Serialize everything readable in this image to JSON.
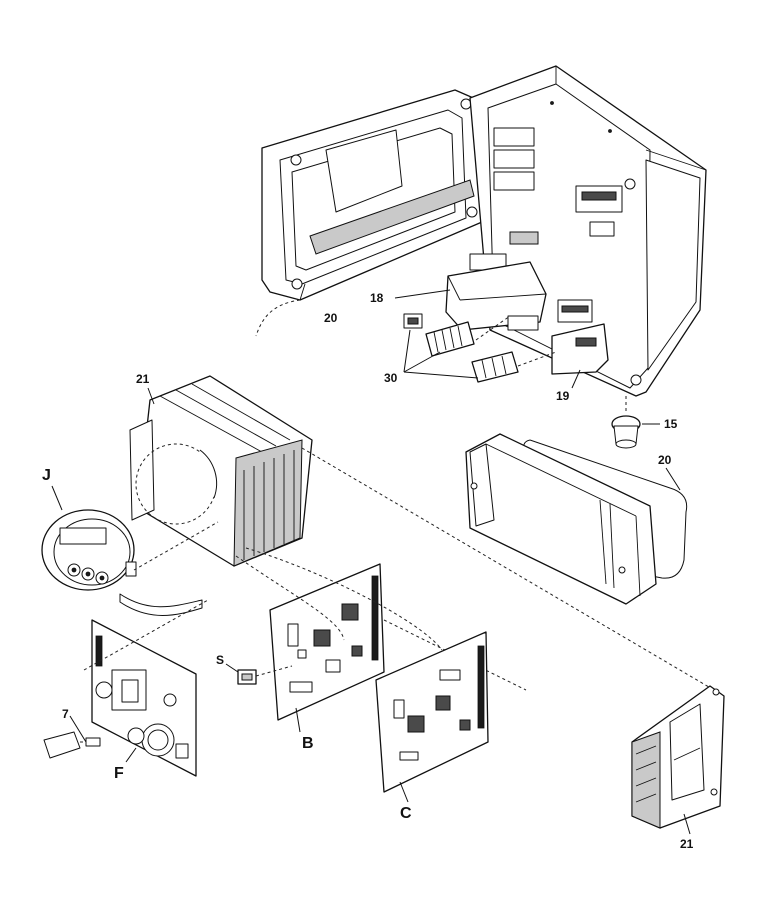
{
  "diagram": {
    "labels": {
      "l20_top": "20",
      "l18": "18",
      "l30": "30",
      "l19": "19",
      "l15": "15",
      "l20_right": "20",
      "l21_top": "21",
      "lJ": "J",
      "lS": "S",
      "l7": "7",
      "lB": "B",
      "lF": "F",
      "lC": "C",
      "l21_bottom": "21"
    }
  }
}
